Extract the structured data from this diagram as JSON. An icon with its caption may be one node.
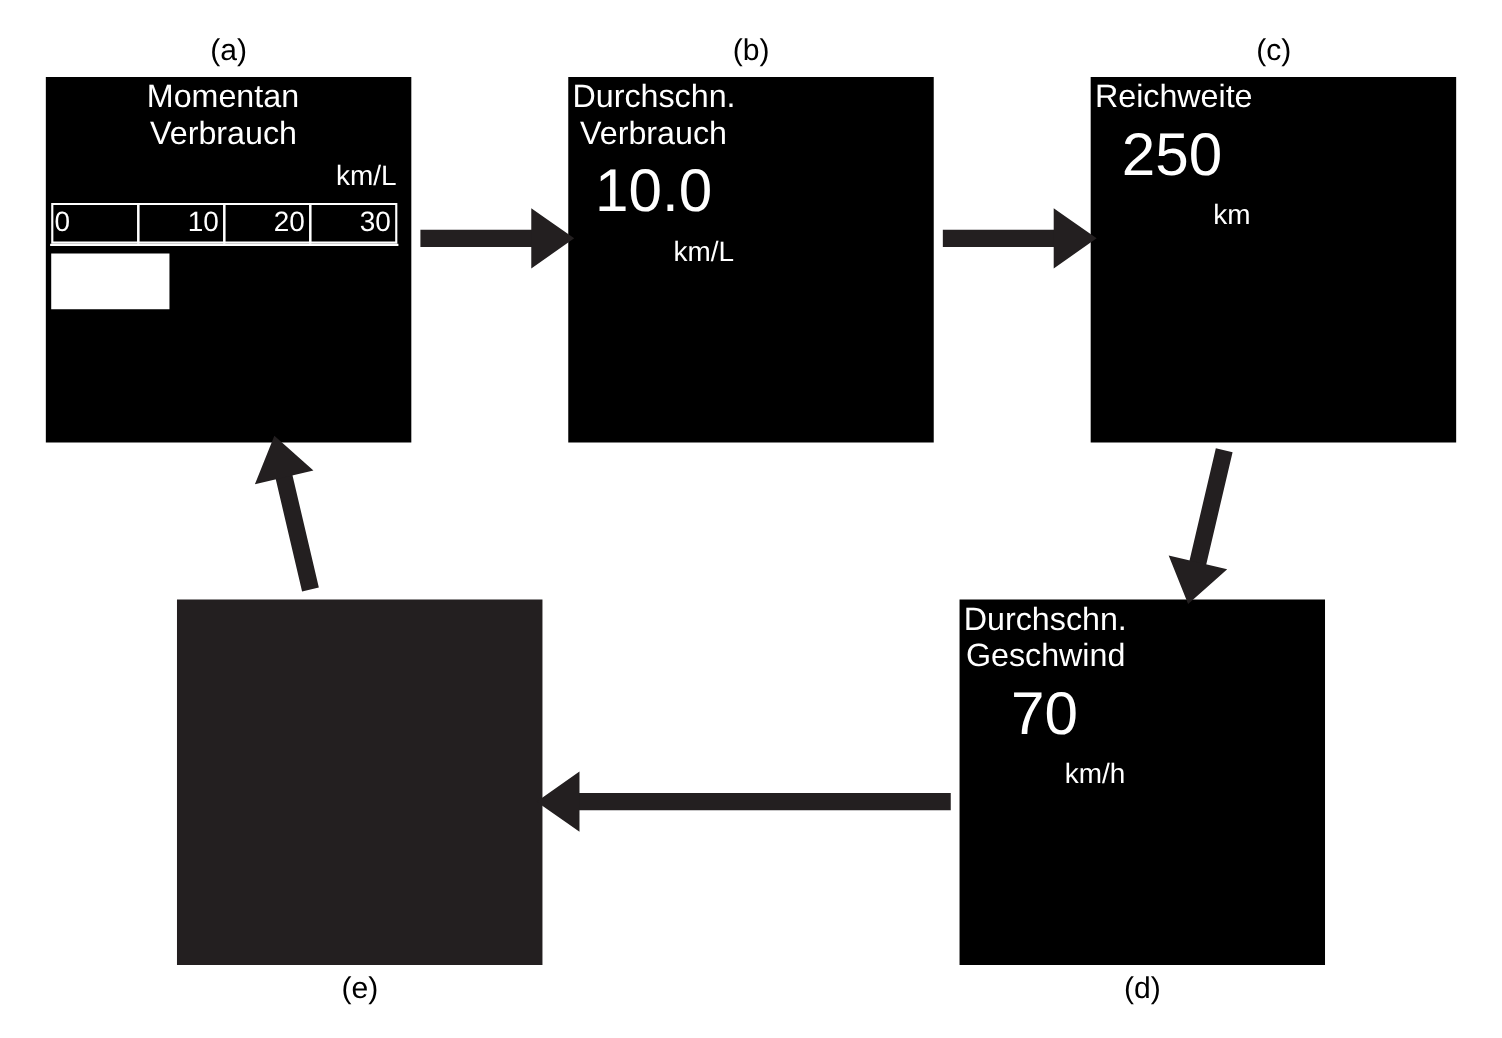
{
  "diagram": {
    "nodes": [
      {
        "text": [
          "Momentan Verbrauch",
          "km/L",
          "0",
          "10",
          "20",
          "30"
        ],
        "beside": [
          "(a)"
        ]
      },
      {
        "text": [
          "Durchschn. Verbrauch",
          "10.0",
          "km/L"
        ],
        "beside": [
          "(b)"
        ]
      },
      {
        "text": [
          "Reichweite",
          "250",
          "km"
        ],
        "beside": [
          "(c)"
        ]
      },
      {
        "text": [
          "Durchschn. Geschwind",
          "70",
          "km/h"
        ],
        "beside": [
          "(d)"
        ]
      },
      {
        "text": [],
        "shape": "box",
        "beside": [
          "(e)"
        ]
      }
    ],
    "edges": [
      {
        "from": 0,
        "to": 1,
        "arrow": "to"
      },
      {
        "from": 1,
        "to": 2,
        "arrow": "to"
      },
      {
        "from": 2,
        "to": 3,
        "arrow": "to"
      },
      {
        "from": 3,
        "to": 4,
        "arrow": "to"
      },
      {
        "from": 4,
        "to": 0,
        "arrow": "to"
      }
    ]
  }
}
